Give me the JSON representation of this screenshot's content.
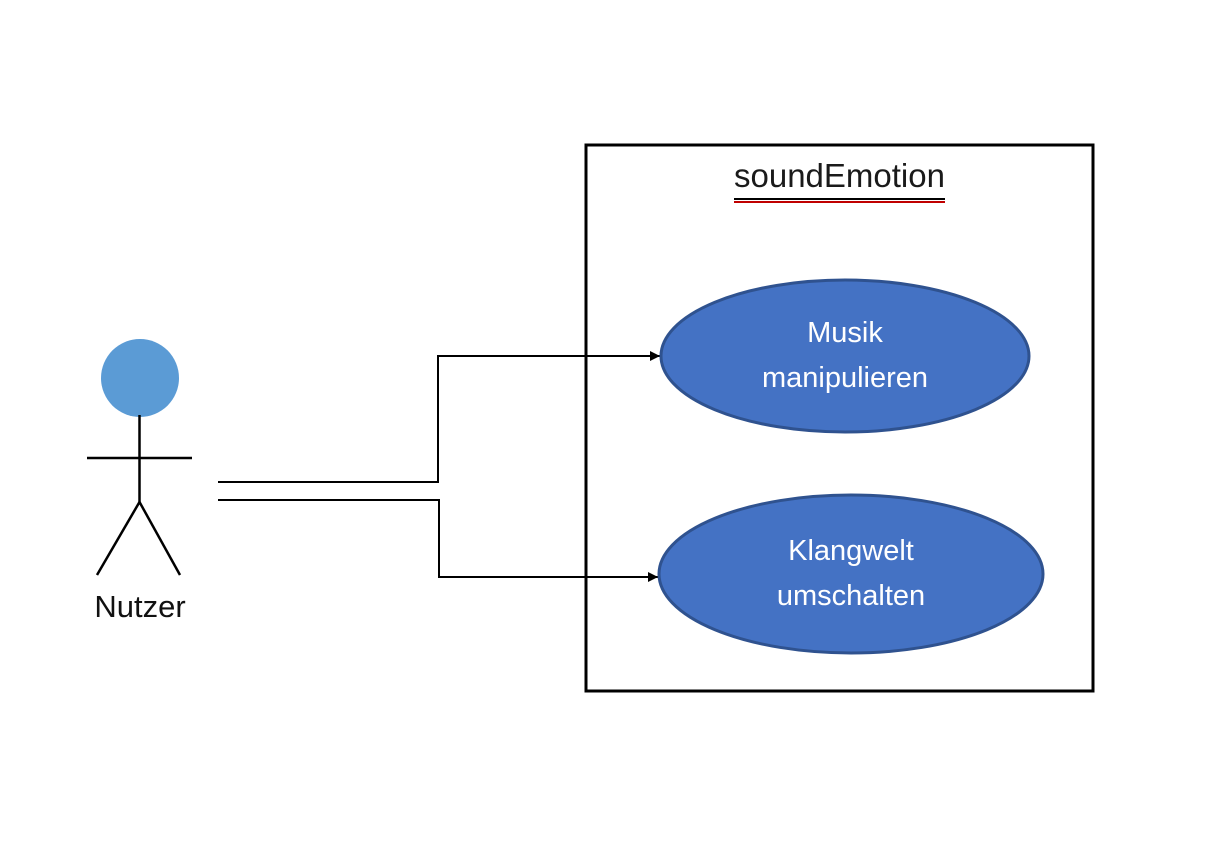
{
  "diagram": {
    "type": "uml-use-case-diagram",
    "system": {
      "title": "soundEmotion"
    },
    "actor": {
      "label": "Nutzer"
    },
    "use_cases": [
      {
        "label": "Musik manipulieren",
        "lines": [
          "Musik",
          "manipulieren"
        ]
      },
      {
        "label": "Klangwelt umschalten",
        "lines": [
          "Klangwelt",
          "umschalten"
        ]
      }
    ],
    "connections": [
      {
        "from": "Nutzer",
        "to": "Musik manipulieren",
        "arrow": "to-use-case"
      },
      {
        "from": "Nutzer",
        "to": "Klangwelt umschalten",
        "arrow": "to-use-case"
      }
    ],
    "colors": {
      "use_case_fill": "#4472C4",
      "use_case_border": "#2F528F",
      "actor_head": "#5B9BD5",
      "line": "#000000",
      "spellcheck_underline": "#C00000",
      "background": "#FFFFFF"
    }
  }
}
